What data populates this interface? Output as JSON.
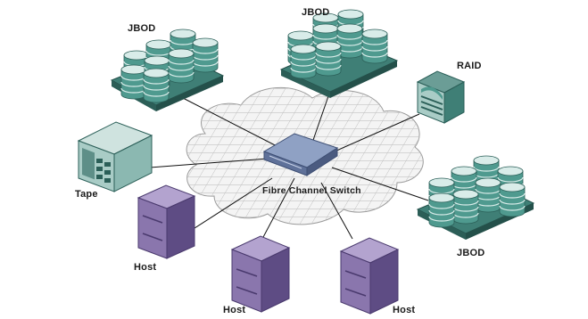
{
  "labels": {
    "jbod_top_left": "JBOD",
    "jbod_top_center": "JBOD",
    "raid": "RAID",
    "tape": "Tape",
    "switch": "Fibre Channel Switch",
    "jbod_right": "JBOD",
    "host_left": "Host",
    "host_bottom_left": "Host",
    "host_bottom_right": "Host"
  },
  "colors": {
    "disk_top": "#d9ece9",
    "disk_side": "#4f9a8f",
    "disk_stripe": "#2f6f66",
    "base": "#3f7f76",
    "host": "#8a76ad",
    "host_dark": "#5e4c84",
    "cloud_fill": "#f2f2f2",
    "grid": "#bdbdbd",
    "switch": "#7a8fb6",
    "tape": "#a9ccc6",
    "line": "#111111"
  }
}
